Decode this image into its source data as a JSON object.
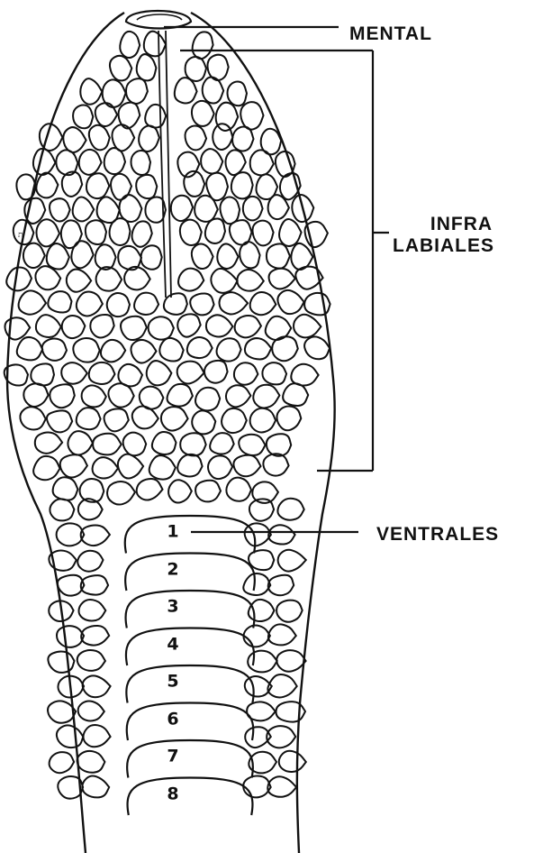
{
  "labels": {
    "mental": "MENTAL",
    "infra_line1": "INFRA",
    "infra_line2": "LABIALES",
    "ventrales": "VENTRALES"
  },
  "ventral_numbers": [
    "1",
    "2",
    "3",
    "4",
    "5",
    "6",
    "7",
    "8"
  ],
  "corner_mark": "ת",
  "colors": {
    "ink": "#111111",
    "paper": "#ffffff"
  }
}
